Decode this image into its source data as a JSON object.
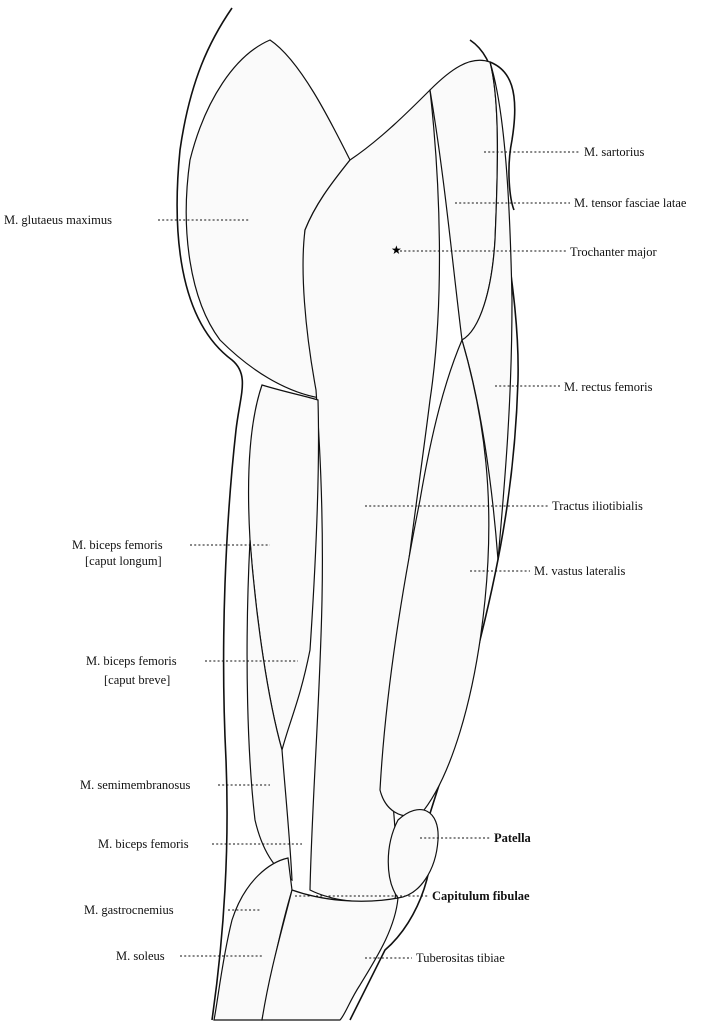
{
  "labels": {
    "sartorius": "M. sartorius",
    "tensor": "M. tensor fasciae latae",
    "trochanter": "Trochanter major",
    "rectus": "M. rectus femoris",
    "tractus": "Tractus iliotibialis",
    "vastus": "M. vastus lateralis",
    "patella": "Patella",
    "capitulum": "Capitulum fibulae",
    "tuberositas": "Tuberositas tibiae",
    "gluteus": "M. glutaeus maximus",
    "biceps_long_1": "M. biceps femoris",
    "biceps_long_2": "[caput longum]",
    "biceps_short_1": "M. biceps femoris",
    "biceps_short_2": "[caput breve]",
    "semimembranosus": "M. semimembranosus",
    "biceps": "M. biceps femoris",
    "gastrocnemius": "M. gastrocnemius",
    "soleus": "M. soleus"
  }
}
